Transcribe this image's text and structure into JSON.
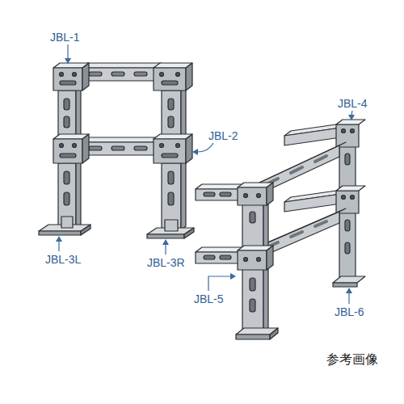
{
  "diagram": {
    "labels": [
      "JBL-1",
      "JBL-4",
      "JBL-2",
      "JBL-3L",
      "JBL-3R",
      "JBL-5",
      "JBL-6",
      "参考画像"
    ]
  }
}
